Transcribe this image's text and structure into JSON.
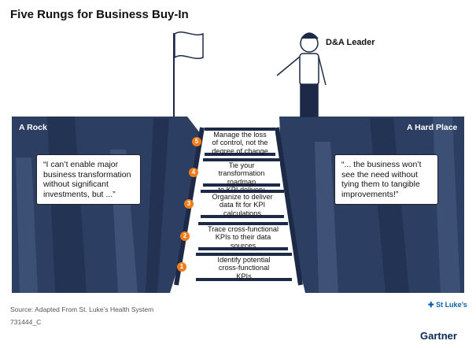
{
  "title": "Five Rungs for Business Buy-In",
  "leader_label": "D&A Leader",
  "left_cliff": "A Rock",
  "right_cliff": "A Hard Place",
  "left_quote": [
    "“I can’t enable major",
    "business transformation",
    "without significant",
    "investments, but ...”"
  ],
  "right_quote": [
    "“... the business won’t",
    "see the need without",
    "tying them to tangible",
    "improvements!”"
  ],
  "rungs": [
    {
      "number": "5",
      "lines": [
        "Manage the loss",
        "of control, not the",
        "degree of change"
      ]
    },
    {
      "number": "4",
      "lines": [
        "Tie your",
        "transformation",
        "roadmap",
        "to KPI delivery"
      ]
    },
    {
      "number": "3",
      "lines": [
        "Organize to deliver",
        "data fit for KPI",
        "calculations"
      ]
    },
    {
      "number": "2",
      "lines": [
        "Trace cross-functional",
        "KPIs to their data",
        "sources"
      ]
    },
    {
      "number": "1",
      "lines": [
        "Identify potential",
        "cross-functional",
        "KPIs"
      ]
    }
  ],
  "source": "Source: Adapted From St. Luke’s Health System",
  "code": "731444_C",
  "stlukes_logo": "St Luke’s",
  "brand": "Gartner",
  "colors": {
    "cliff": "#2d3e63",
    "cliff_dark": "#1c2947",
    "cliff_light": "#4b5f86",
    "accent": "#f07d1a",
    "ladder": "#1c2947"
  }
}
